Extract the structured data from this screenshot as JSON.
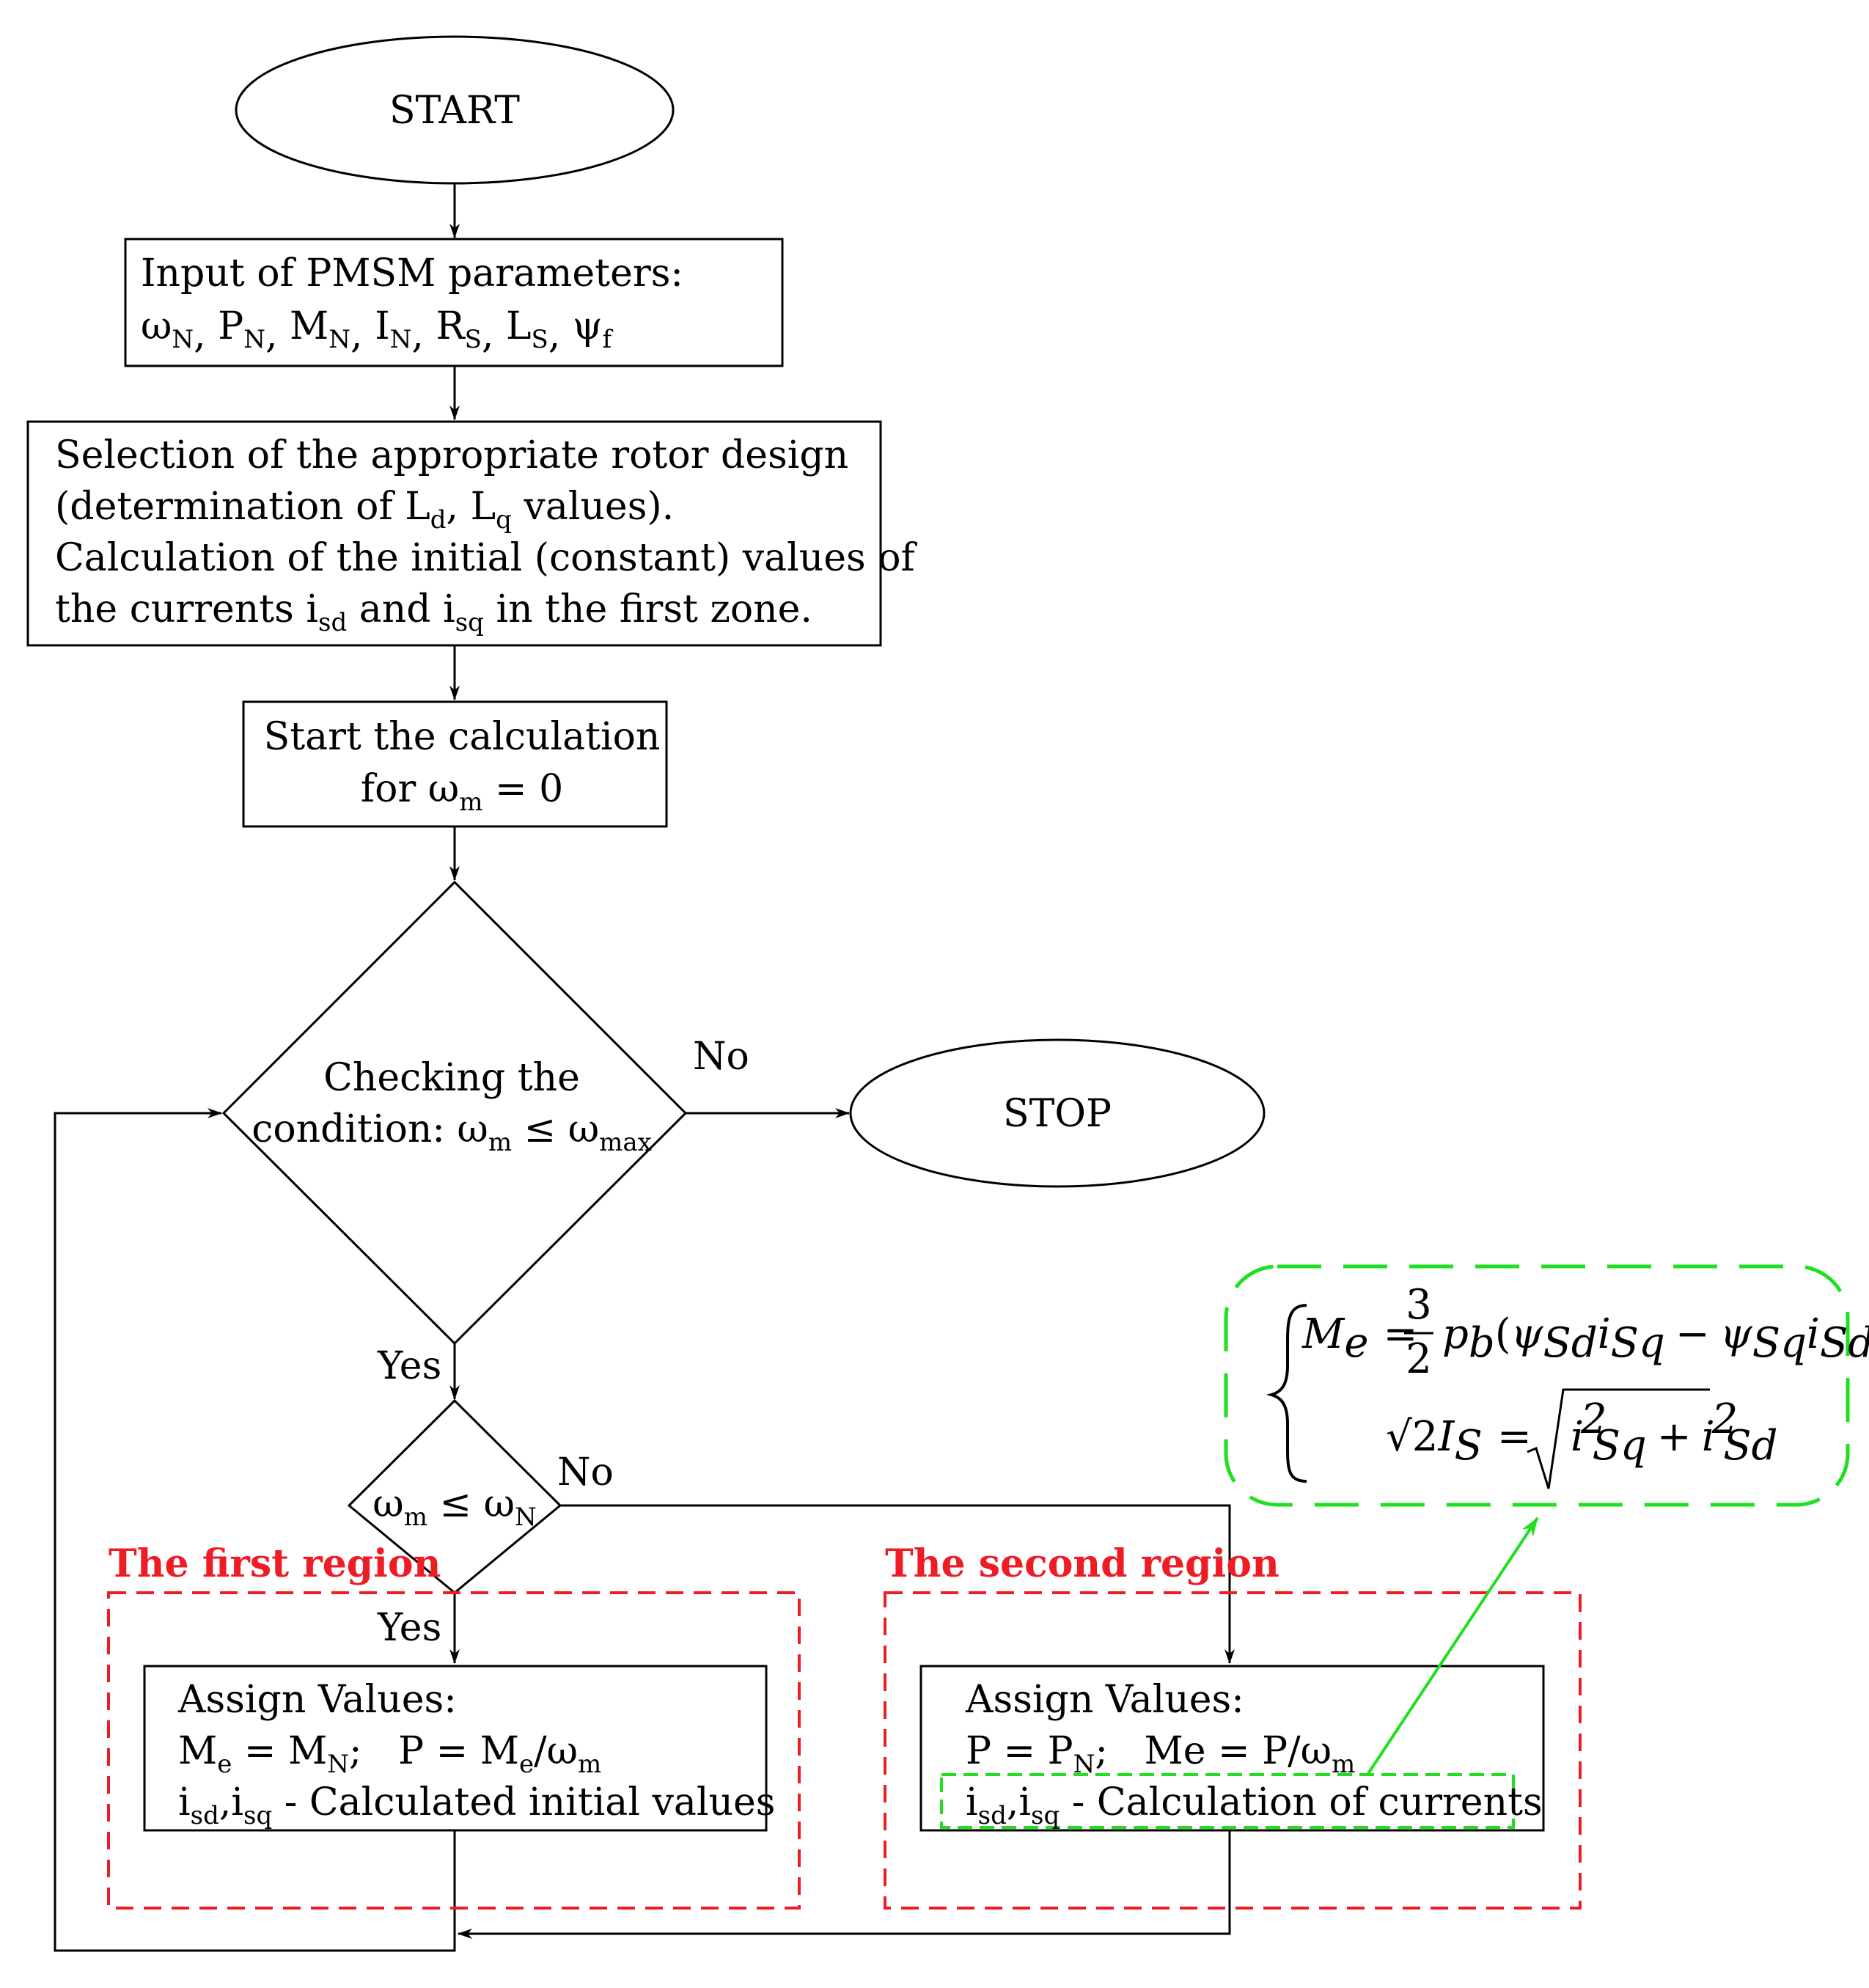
{
  "colors": {
    "stroke": "#000000",
    "region": "#ee1c24",
    "highlight": "#1ee01e"
  },
  "nodes": {
    "start": {
      "label": "START"
    },
    "input": {
      "line1": "Input of PMSM parameters:",
      "params": [
        {
          "base": "ω",
          "sub": "N"
        },
        {
          "base": "P",
          "sub": "N"
        },
        {
          "base": "M",
          "sub": "N"
        },
        {
          "base": "I",
          "sub": "N"
        },
        {
          "base": "R",
          "sub": "S"
        },
        {
          "base": "L",
          "sub": "S"
        },
        {
          "base": "ψ",
          "sub": "f"
        }
      ]
    },
    "selection": {
      "line1": "Selection of the appropriate rotor design",
      "line2_pre": "(determination of L",
      "line2_sub1": "d",
      "line2_mid": ", L",
      "line2_sub2": "q",
      "line2_post": " values).",
      "line3": "Calculation of the initial (constant) values of",
      "line4_pre": "the currents i",
      "line4_sub1": "sd",
      "line4_mid": " and i",
      "line4_sub2": "sq",
      "line4_post": " in the first zone."
    },
    "start_calc": {
      "line1": "Start the calculation",
      "line2_pre": "for ω",
      "line2_sub": "m",
      "line2_post": " = 0"
    },
    "check": {
      "line1": "Checking the",
      "line2_pre": "condition: ω",
      "line2_sub1": "m",
      "line2_mid": " ≤ ω",
      "line2_sub2": "max"
    },
    "stop": {
      "label": "STOP"
    },
    "compare": {
      "pre": "ω",
      "sub1": "m",
      "mid": " ≤ ω",
      "sub2": "N"
    },
    "assign1": {
      "title": "Assign Values:",
      "l2_a": "M",
      "l2_a_sub": "e",
      "l2_b": " = M",
      "l2_b_sub": "N",
      "l2_c": ";   P = M",
      "l2_c_sub": "e",
      "l2_d": "/ω",
      "l2_d_sub": "m",
      "l3_a": "i",
      "l3_a_sub": "sd",
      "l3_b": ",i",
      "l3_b_sub": "sq",
      "l3_c": " - Calculated initial values"
    },
    "assign2": {
      "title": "Assign Values:",
      "l2_a": "P = P",
      "l2_a_sub": "N",
      "l2_b": ";   Me = P/ω",
      "l2_b_sub": "m",
      "l3_a": "i",
      "l3_a_sub": "sd",
      "l3_b": ",i",
      "l3_b_sub": "sq",
      "l3_c": " - Calculation of currents"
    }
  },
  "edges": {
    "no1": "No",
    "yes1": "Yes",
    "no2": "No",
    "yes2": "Yes"
  },
  "regions": {
    "first": "The first region",
    "second": "The second region"
  },
  "equations": {
    "eq1_lhs": "M",
    "eq1_lhs_sub": "e",
    "eq1_eq": "=",
    "eq1_num": "3",
    "eq1_den": "2",
    "eq1_p": "p",
    "eq1_p_sub": "b",
    "eq1_open": "(",
    "eq1_psi1": "ψ",
    "eq1_psi1_sub": "Sd",
    "eq1_i1": "i",
    "eq1_i1_sub": "Sq",
    "eq1_minus": "−",
    "eq1_psi2": "ψ",
    "eq1_psi2_sub": "Sq",
    "eq1_i2": "i",
    "eq1_i2_sub": "Sd",
    "eq1_close": ")",
    "eq2_root": "√",
    "eq2_two": "2",
    "eq2_I": "I",
    "eq2_I_sub": "S",
    "eq2_eq": "=",
    "eq2_i1": "i",
    "eq2_i1_sub": "Sq",
    "eq2_i1_sup": "2",
    "eq2_plus": "+",
    "eq2_i2": "i",
    "eq2_i2_sub": "Sd",
    "eq2_i2_sup": "2"
  }
}
